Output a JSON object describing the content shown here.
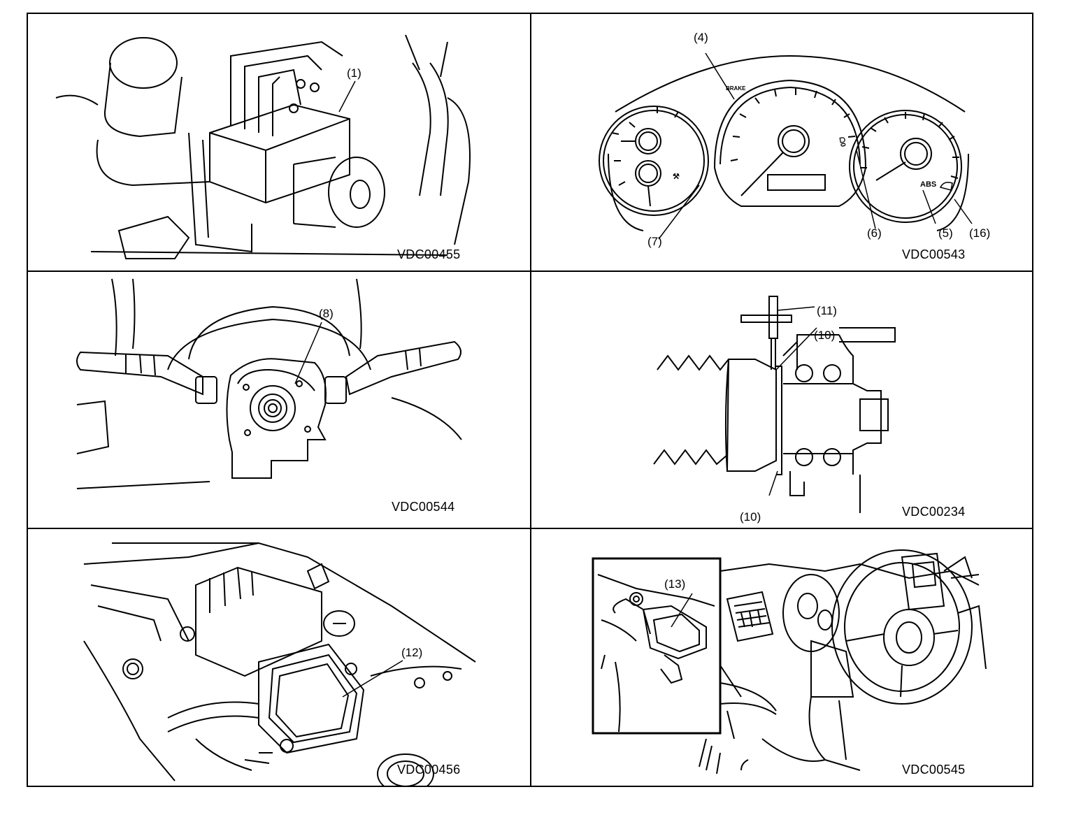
{
  "panels": [
    {
      "code": "VDC00455",
      "callouts": [
        "(1)"
      ]
    },
    {
      "code": "VDC00543",
      "callouts": [
        "(4)",
        "(7)",
        "(6)",
        "(5)",
        "(16)"
      ],
      "gauge_text": {
        "brake": "BRAKE",
        "abs": "ABS"
      }
    },
    {
      "code": "VDC00544",
      "callouts": [
        "(8)"
      ]
    },
    {
      "code": "VDC00234",
      "callouts": [
        "(11)",
        "(10)",
        "(10)"
      ]
    },
    {
      "code": "VDC00456",
      "callouts": [
        "(12)"
      ]
    },
    {
      "code": "VDC00545",
      "callouts": [
        "(13)"
      ]
    }
  ]
}
